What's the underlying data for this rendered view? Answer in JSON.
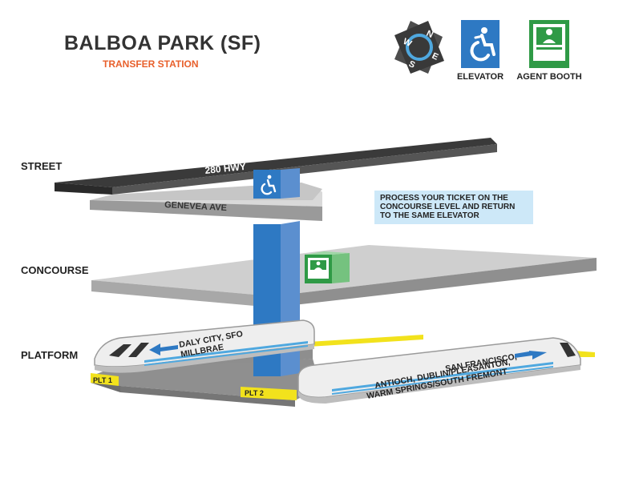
{
  "header": {
    "title": "BALBOA PARK (SF)",
    "subtitle": "TRANSFER STATION"
  },
  "compass": {
    "letters": [
      "N",
      "E",
      "S",
      "W"
    ]
  },
  "legend": {
    "elevator_label": "ELEVATOR",
    "agent_booth_label": "AGENT BOOTH"
  },
  "levels": {
    "street": "STREET",
    "concourse": "CONCOURSE",
    "platform": "PLATFORM"
  },
  "streets": {
    "highway": "280 HWY",
    "avenue": "GENEVEA AVE"
  },
  "note": "PROCESS YOUR TICKET ON THE CONCOURSE LEVEL AND RETURN TO THE SAME ELEVATOR",
  "trains": {
    "left": {
      "line1": "DALY CITY, SFO",
      "line2": "MILLBRAE"
    },
    "right": {
      "line1": "SAN FRANCISCO,",
      "line2": "ANTIOCH, DUBLIN/PLEASANTON,",
      "line3": "WARM SPRINGS/SOUTH FREMONT"
    }
  },
  "platforms": {
    "plt1": "PLT 1",
    "plt2": "PLT 2"
  },
  "colors": {
    "accent_orange": "#e8602c",
    "elevator_blue": "#2e79c3",
    "booth_green": "#2f9a46",
    "platform_yellow": "#f2e21c",
    "note_blue": "#cde8f8"
  }
}
